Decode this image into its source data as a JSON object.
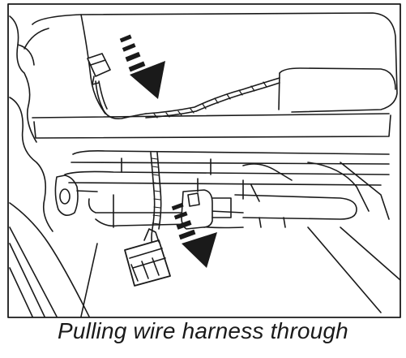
{
  "figure": {
    "caption": "Pulling wire harness through",
    "arrows": [
      "down-arrow-upper",
      "down-arrow-lower"
    ],
    "line_color": "#1a1a1a",
    "background": "#ffffff"
  }
}
